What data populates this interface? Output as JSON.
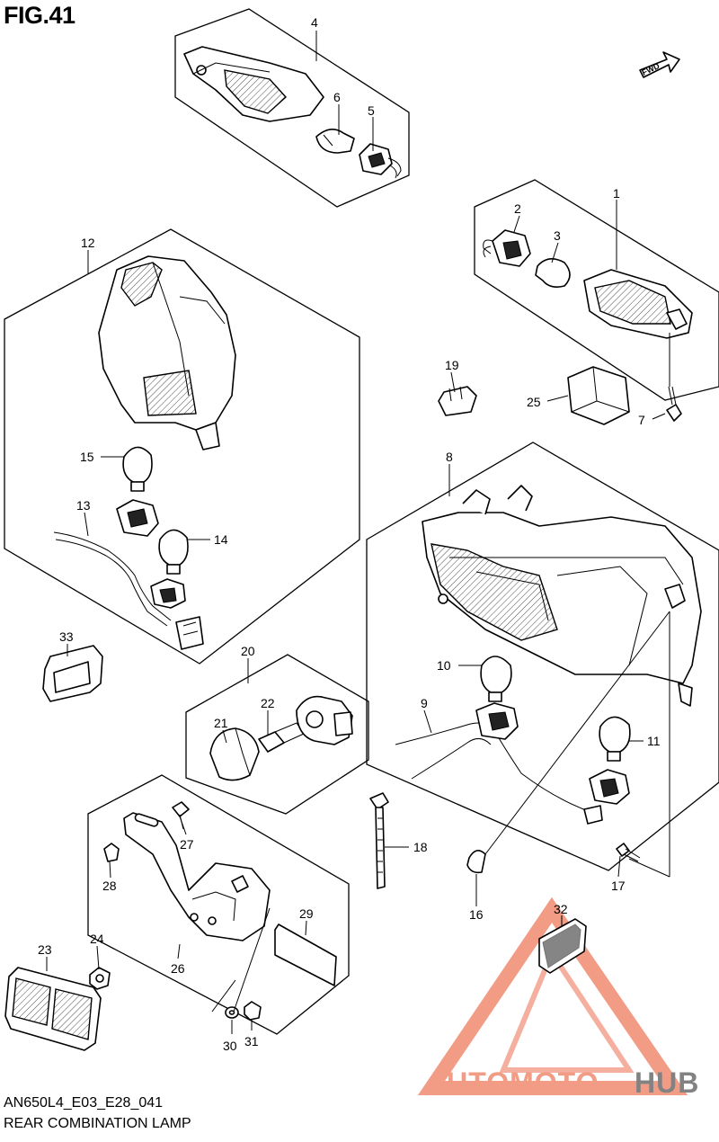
{
  "figure": {
    "title": "FIG.41",
    "code": "AN650L4_E03_E28_041",
    "name": "REAR COMBINATION LAMP",
    "direction_marker": "FWD"
  },
  "watermark": {
    "text_part1": "AUTOMOTO",
    "text_part2": "HUB",
    "color_primary": "#f08a70",
    "color_secondary": "#6d6d6d"
  },
  "callouts": {
    "c1": "1",
    "c2": "2",
    "c3": "3",
    "c4": "4",
    "c5": "5",
    "c6": "6",
    "c7": "7",
    "c8": "8",
    "c9": "9",
    "c10": "10",
    "c11": "11",
    "c12": "12",
    "c13": "13",
    "c14": "14",
    "c15": "15",
    "c16": "16",
    "c17": "17",
    "c18": "18",
    "c19": "19",
    "c20": "20",
    "c21": "21",
    "c22": "22",
    "c23": "23",
    "c24": "24",
    "c25": "25",
    "c26": "26",
    "c27": "27",
    "c28": "28",
    "c29": "29",
    "c30": "30",
    "c31": "31",
    "c32": "32",
    "c33": "33"
  }
}
